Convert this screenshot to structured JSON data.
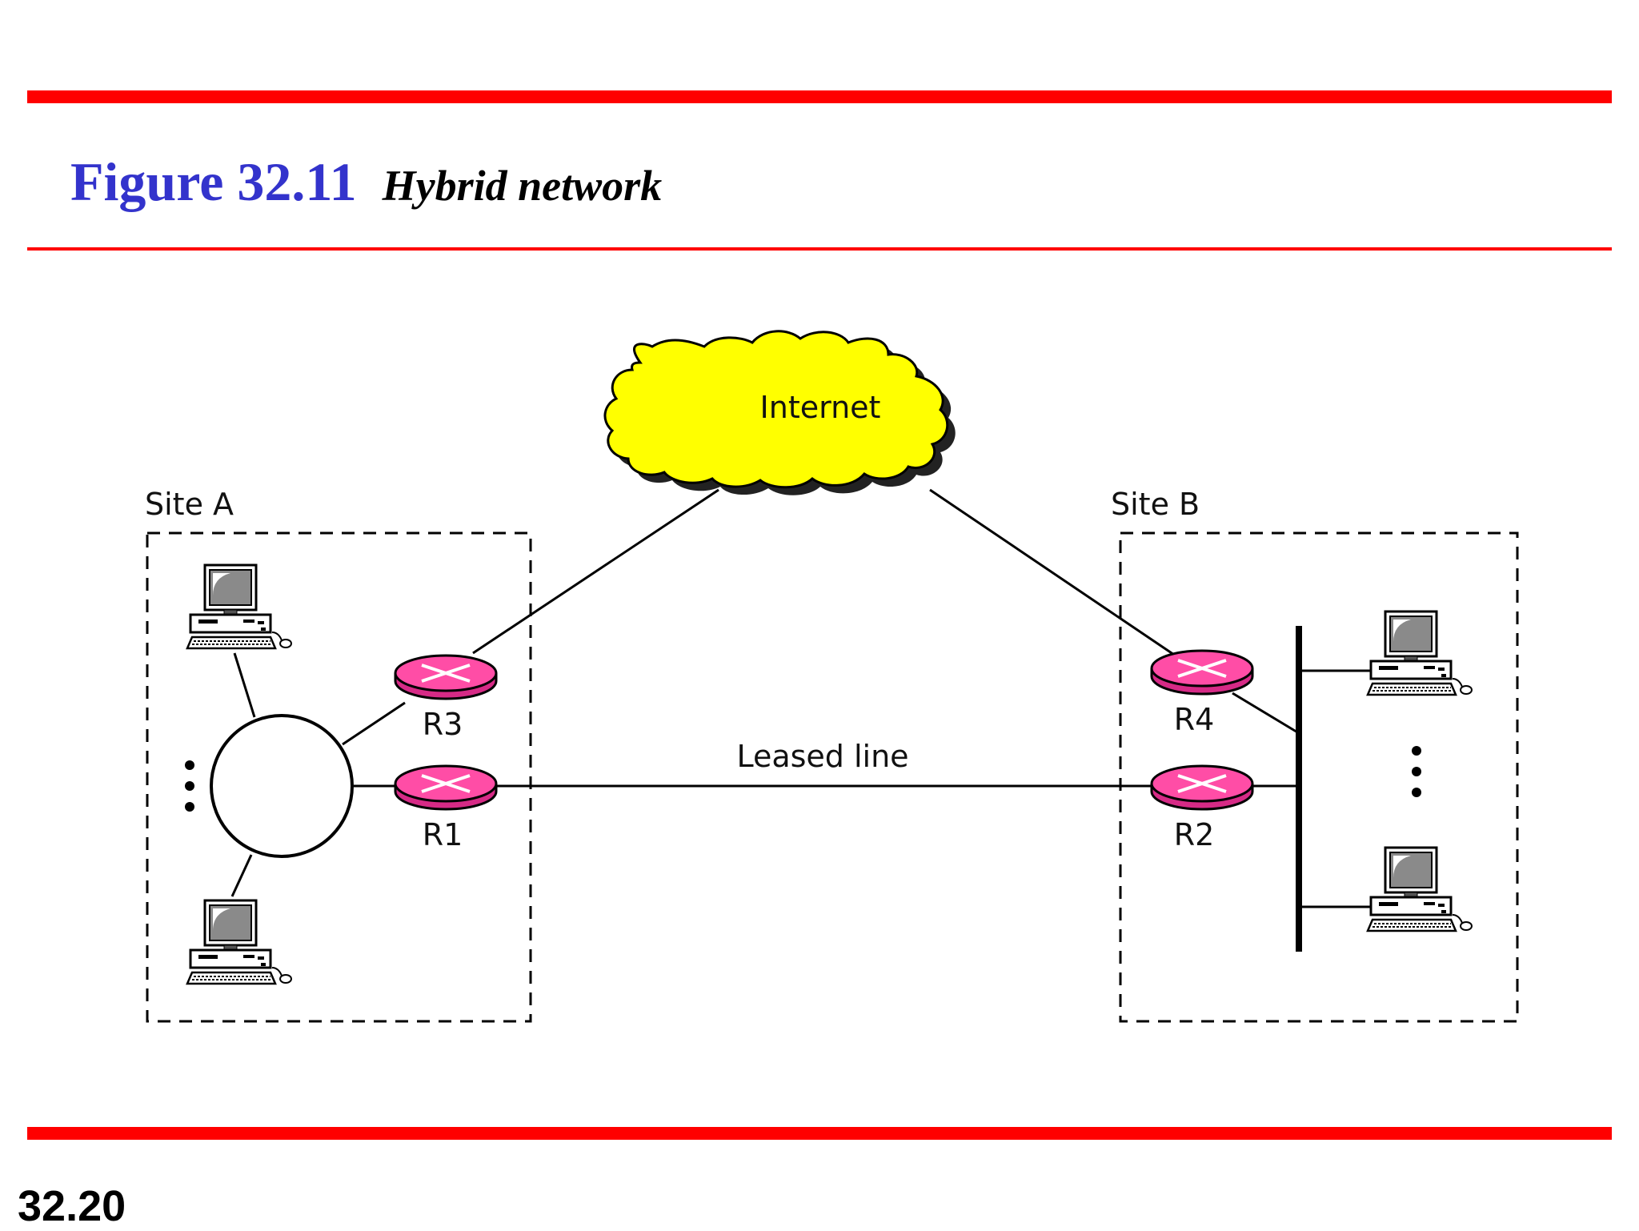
{
  "title": {
    "number": "Figure 32.11",
    "caption": "Hybrid network"
  },
  "page_number": "32.20",
  "diagram": {
    "cloud_label": "Internet",
    "site_a_label": "Site A",
    "site_b_label": "Site B",
    "link_label": "Leased line",
    "routers": {
      "r1": "R1",
      "r2": "R2",
      "r3": "R3",
      "r4": "R4"
    }
  },
  "colors": {
    "rule": "#ff0000",
    "title_number": "#3333cc",
    "cloud_fill": "#ffff00",
    "router_fill": "#ff4da6"
  }
}
